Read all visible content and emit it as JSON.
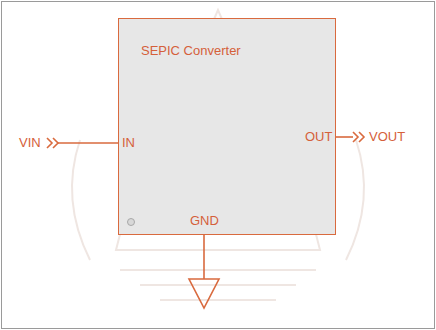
{
  "diagram": {
    "nodes": [
      {
        "text": [
          "SEPIC Converter"
        ]
      }
    ],
    "labels": [
      "VIN",
      "IN",
      "OUT",
      "VOUT",
      "GND"
    ]
  }
}
